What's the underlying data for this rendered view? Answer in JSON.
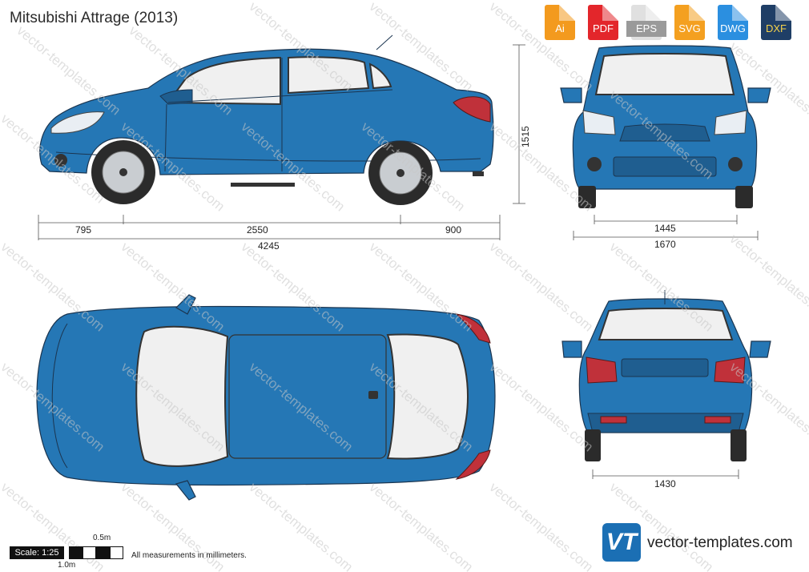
{
  "title": "Mitsubishi Attrage (2013)",
  "formats": [
    {
      "label": "Ai",
      "color": "#f39a1e"
    },
    {
      "label": "PDF",
      "color": "#e3262b"
    },
    {
      "label": "EPS",
      "color": "#ededed"
    },
    {
      "label": "SVG",
      "color": "#f4a020"
    },
    {
      "label": "DWG",
      "color": "#2b8fe0"
    },
    {
      "label": "DXF",
      "color": "#1f3e66"
    }
  ],
  "dimensions": {
    "front_overhang": "795",
    "wheelbase": "2550",
    "rear_overhang": "900",
    "length": "4245",
    "height": "1515",
    "front_track": "1445",
    "width": "1670",
    "rear_track": "1430"
  },
  "scale": {
    "label": "Scale: 1:25",
    "half": "0.5m",
    "full": "1.0m",
    "note": "All measurements in millimeters."
  },
  "watermark": "vector-templates.com",
  "brand": {
    "logo": "VT",
    "site": "vector-templates.com"
  },
  "colors": {
    "body": "#2577b5",
    "outline": "#1b3550",
    "taillight": "#c0313a"
  }
}
